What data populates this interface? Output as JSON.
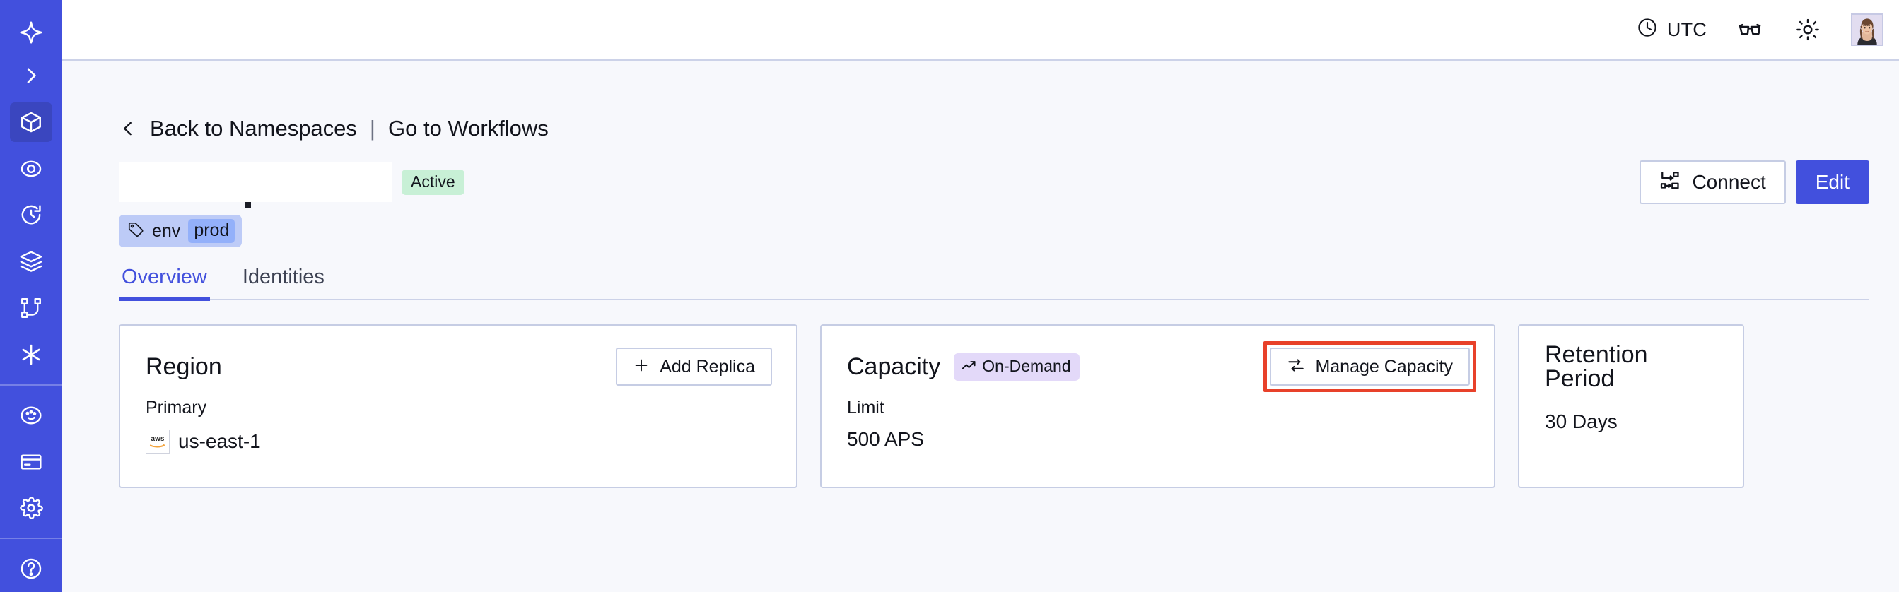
{
  "sidebar": {
    "logo_icon": "sparkle-star-icon",
    "expand_icon": "chevron-right-icon",
    "items": [
      {
        "icon": "cube-icon",
        "name": "namespaces",
        "active": true
      },
      {
        "icon": "eye-swirl-icon",
        "name": "observability",
        "active": false
      },
      {
        "icon": "history-clock-icon",
        "name": "history",
        "active": false
      },
      {
        "icon": "layers-icon",
        "name": "layers",
        "active": false
      },
      {
        "icon": "workflow-graph-icon",
        "name": "workflows",
        "active": false
      },
      {
        "icon": "asterisk-icon",
        "name": "integrations",
        "active": false
      }
    ],
    "items_lower": [
      {
        "icon": "palette-icon",
        "name": "appearance",
        "active": false
      },
      {
        "icon": "credit-card-icon",
        "name": "billing",
        "active": false
      },
      {
        "icon": "gear-icon",
        "name": "settings",
        "active": false
      }
    ],
    "footer_item": {
      "icon": "help-circle-icon",
      "name": "help"
    }
  },
  "topbar": {
    "timezone_label": "UTC",
    "clock_icon": "clock-icon",
    "glasses_icon": "glasses-icon",
    "theme_icon": "sun-icon",
    "avatar_icon": "user-avatar"
  },
  "breadcrumb": {
    "back_icon": "chevron-left-icon",
    "back_label": "Back to Namespaces",
    "separator": "|",
    "forward_label": "Go to Workflows"
  },
  "header": {
    "title": "",
    "title_redacted": true,
    "status_badge": "Active",
    "connect_label": "Connect",
    "connect_icon": "connect-flow-icon",
    "edit_label": "Edit"
  },
  "tags": [
    {
      "icon": "tag-icon",
      "key": "env",
      "value": "prod"
    }
  ],
  "tabs": [
    {
      "label": "Overview",
      "active": true
    },
    {
      "label": "Identities",
      "active": false
    }
  ],
  "cards": {
    "region": {
      "title": "Region",
      "action_label": "Add Replica",
      "action_icon": "plus-icon",
      "label": "Primary",
      "provider_icon": "aws-logo",
      "value": "us-east-1"
    },
    "capacity": {
      "title": "Capacity",
      "badge_label": "On-Demand",
      "badge_icon": "trending-up-icon",
      "action_label": "Manage Capacity",
      "action_icon": "sliders-icon",
      "label": "Limit",
      "value": "500 APS"
    },
    "retention": {
      "title": "Retention Period",
      "value": "30  Days"
    }
  },
  "annotations": [
    {
      "name": "manage-capacity-highlight",
      "color": "#e8412a",
      "target": "manage-capacity-button"
    }
  ],
  "colors": {
    "sidebar_bg": "#4250dd",
    "sidebar_active": "#3a46bf",
    "accent": "#4250dd",
    "content_bg": "#f7f8fc",
    "border": "#c6cde4",
    "status_active_bg": "#c8f0d6",
    "badge_ondemand_bg": "#e3d9f9",
    "tag_bg": "#bdcbf7",
    "tag_value_bg": "#93b0fa",
    "annotation_red": "#e8412a"
  }
}
